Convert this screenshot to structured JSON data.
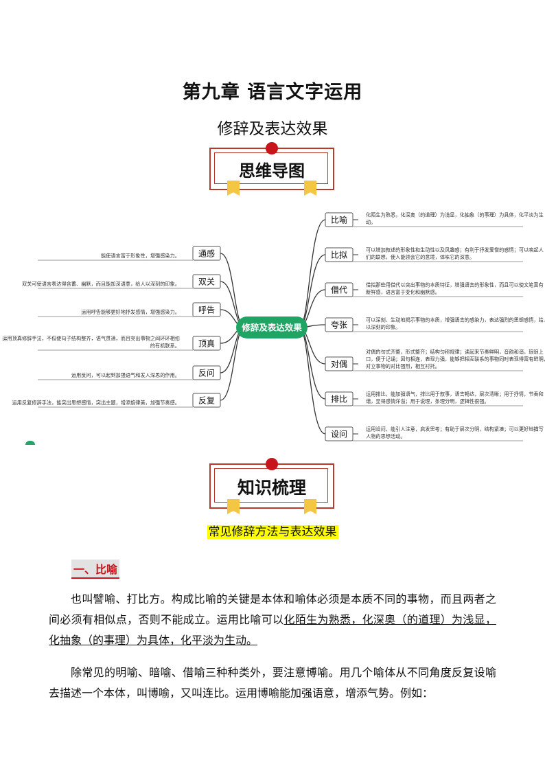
{
  "chapter_title": "第九章  语言文字运用",
  "subtitle": "修辞及表达效果",
  "banner1": {
    "text": "思维导图"
  },
  "banner2": {
    "text": "知识梳理"
  },
  "mindmap": {
    "center": "修辞及表达效果",
    "right": [
      {
        "label": "比喻",
        "desc": [
          "化陌生为熟悉，化深奥（的道理）为浅显，化抽象（的事理）为具体，化平淡为生",
          "动。"
        ]
      },
      {
        "label": "比拟",
        "desc": [
          "可以增加叙述的形象性和生动性以及风趣感；有利于抒发爱憎的感情；可以唤起人",
          "们的联想，使人能领会它的意境，体味它的深意。"
        ]
      },
      {
        "label": "借代",
        "desc": [
          "借指那些用借代以突出事物的本质特征，增强语言的形象性，而且可以使文笔富有",
          "新鲜感，语言富于变化和幽默感。"
        ]
      },
      {
        "label": "夸张",
        "desc": [
          "可以深刻、生动地揭示事物的本质，增强语言的感染力，表达强烈的思想感情，给人",
          "以深刻的印象。"
        ]
      },
      {
        "label": "对偶",
        "desc": [
          "对偶的句式齐整，形式整齐；结构匀称规律；读起来节奏鲜明，音韵和谐，琅琅上",
          "口，便于记诵；因句相连，表现力强，能够把相互联系的事物同时表现得富有鲜明，使",
          "对立事物的对比强烈，相互衬托。"
        ]
      },
      {
        "label": "排比",
        "desc": [
          "运用排比，能加强语气，排比用于叙事，语言畅达，层次清晰；用于抒情，节奏和",
          "谐，显得感情洋溢；用于说理，条理分明，逻辑性很强。"
        ]
      },
      {
        "label": "设问",
        "desc": [
          "运用设问，能引人注意，启发思考；有助于层次分明，结构紧凑；可以更好地描写",
          "人物的思想活动。"
        ]
      }
    ],
    "left": [
      {
        "label": "通感",
        "desc": [
          "能使语言富于形象性，增强感染力。"
        ]
      },
      {
        "label": "双关",
        "desc": [
          "双关可使语言表达得含蓄、幽默，而且能加深语意，给人以深刻的印象。"
        ]
      },
      {
        "label": "呼告",
        "desc": [
          "运用呼告能够更好地抒发感情，增强感染力。"
        ]
      },
      {
        "label": "顶真",
        "desc": [
          "运用顶真修辞手法，不但使句子结构整齐，语气贯通，而且突出事物之间环环相扣",
          "的有机联系。"
        ]
      },
      {
        "label": "反问",
        "desc": [
          "运用反问，可以起到加强语气和发人深思的作用。"
        ]
      },
      {
        "label": "反复",
        "desc": [
          "运用反复修辞手法，能突出思想感情，突出主题，增添旋律美，加强节奏感。"
        ]
      }
    ]
  },
  "section_heading": "常见修辞方法与表达效果",
  "item_heading": "一、比喻",
  "para1": {
    "plain": "也叫譬喻、打比方。构成比喻的关键是本体和喻体必须是本质不同的事物，而且两者之间必须有相似点，否则不能成立。运用比喻可以",
    "underlined": "化陌生为熟悉，化深奥（的道理）为浅显，化抽象（的事理）为具体，化平淡为生动。"
  },
  "para2": "除常见的明喻、暗喻、借喻三种种类外，要注意博喻。用几个喻体从不同角度反复设喻去描述一个本体，叫博喻，又叫连比。运用博喻能加强语意，增添气势。例如：",
  "colors": {
    "accent": "#c8141b",
    "center_node": "#1fa463",
    "highlight": "#ffff00",
    "ribbon": "#f3c744"
  }
}
